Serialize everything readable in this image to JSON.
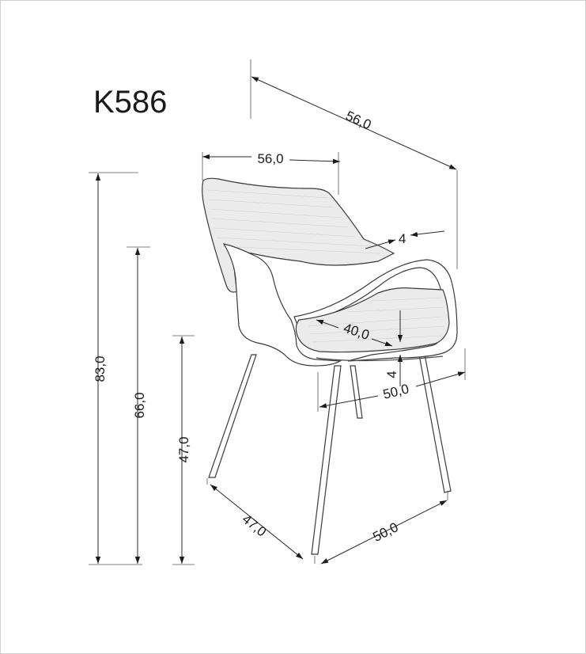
{
  "model": "K586",
  "dimensions": {
    "depth_top": "56,0",
    "width_top": "56,0",
    "armrest_thickness": "4",
    "seat_depth": "40,0",
    "seat_thickness": "4",
    "seat_width": "50,0",
    "total_height": "83,0",
    "armrest_height": "66,0",
    "seat_height": "47,0",
    "base_depth": "47,0",
    "base_width": "50,0"
  }
}
